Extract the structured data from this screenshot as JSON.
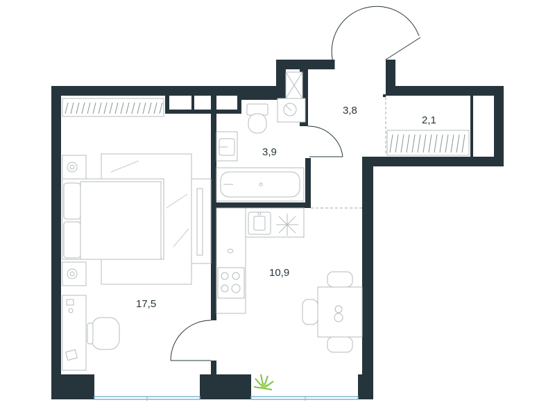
{
  "rooms": [
    {
      "id": "bedroom",
      "area": "17,5"
    },
    {
      "id": "bathroom",
      "area": "3,9"
    },
    {
      "id": "hall",
      "area": "3,8"
    },
    {
      "id": "storage",
      "area": "2,1"
    },
    {
      "id": "kitchen",
      "area": "10,9"
    }
  ],
  "colors": {
    "wall": "#26353b",
    "furniture_line": "#b4bbbe",
    "window": "#7fb6d0",
    "plant": "#7cc242"
  },
  "icons": [
    "washing-machine-icon",
    "toilet-icon",
    "sink-icon",
    "bathtub-icon",
    "stove-icon",
    "bed-icon",
    "desk-chair-icon",
    "plant-icon",
    "dining-table-icon",
    "ventilation-icon"
  ]
}
